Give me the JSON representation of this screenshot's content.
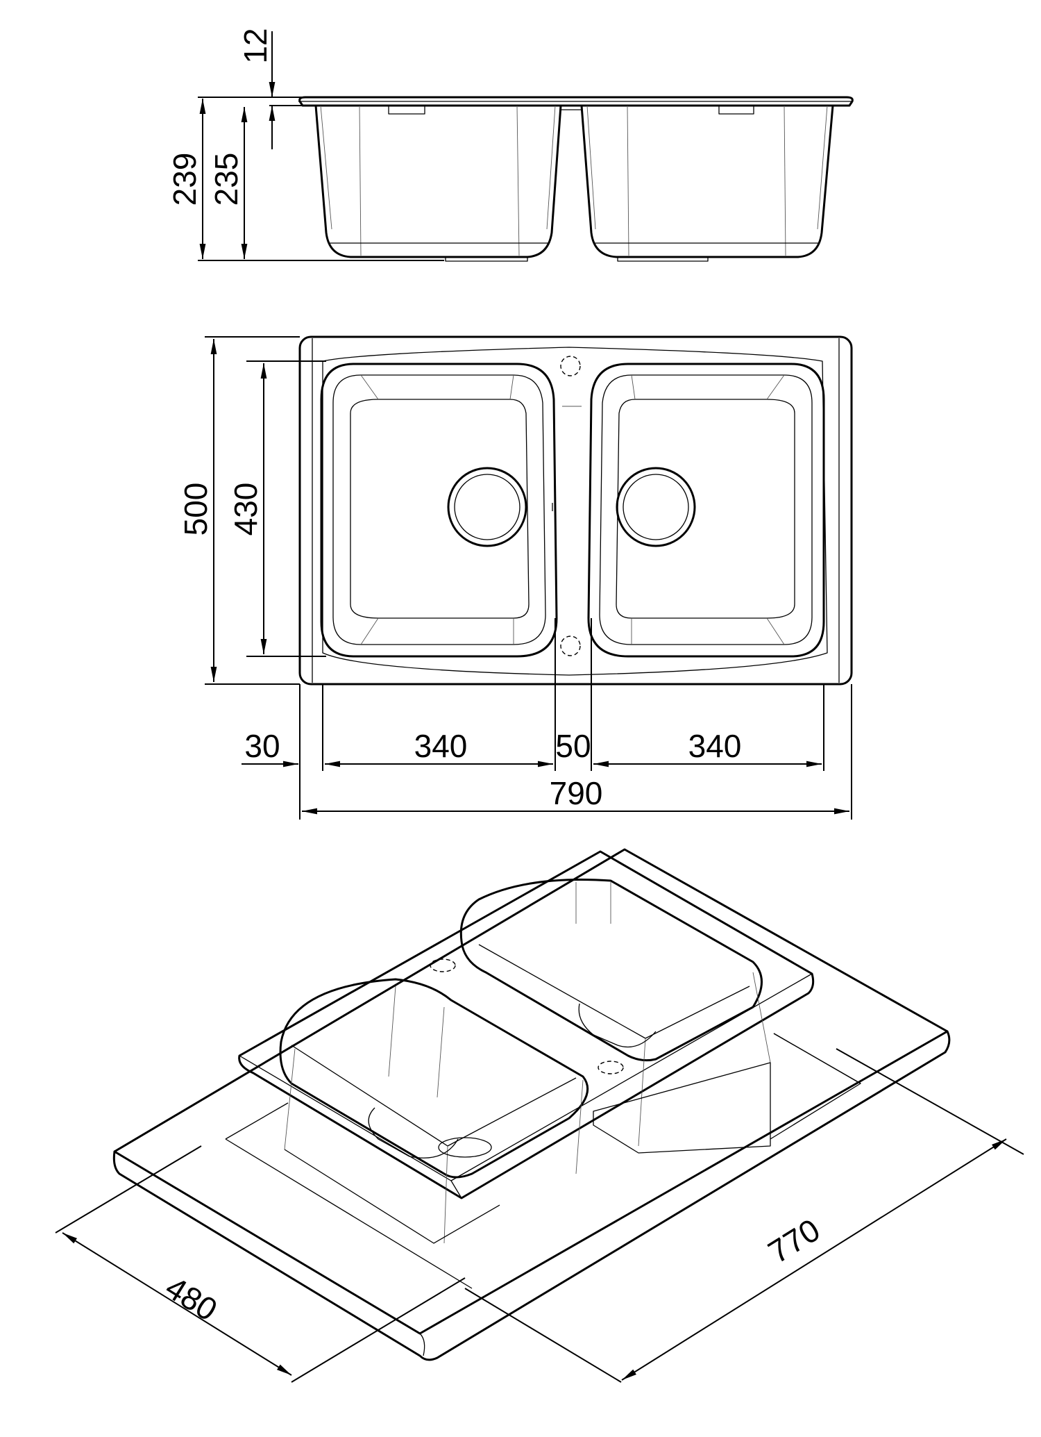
{
  "side_view": {
    "dim_rim": "12",
    "dim_overall_height": "239",
    "dim_bowl_depth": "235"
  },
  "top_view": {
    "dim_overall_depth": "500",
    "dim_bowl_depth": "430",
    "dim_edge": "30",
    "dim_bowl_left": "340",
    "dim_gap": "50",
    "dim_bowl_right": "340",
    "dim_overall_width": "790"
  },
  "iso_view": {
    "dim_cutout_width": "770",
    "dim_cutout_depth": "480"
  }
}
